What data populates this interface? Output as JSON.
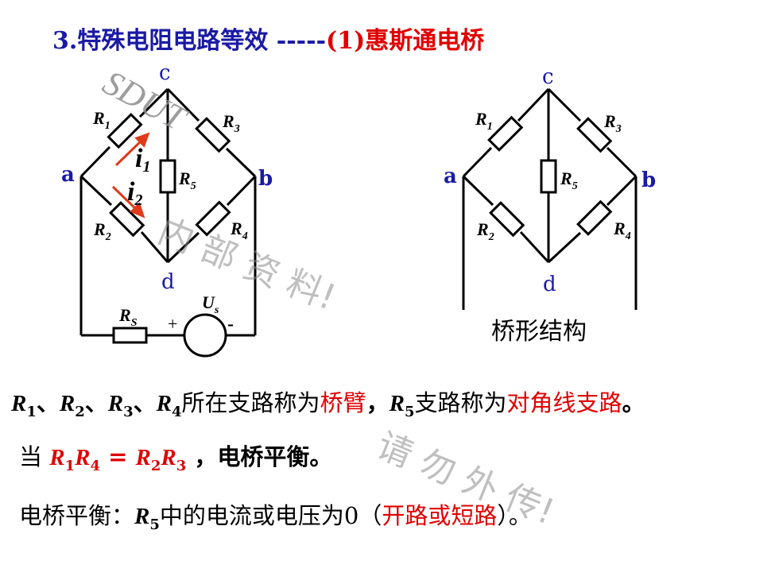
{
  "title": {
    "number": "3.",
    "main": "特殊电阻电路等效",
    "dashes": " -----",
    "part": "(1)惠斯通电桥"
  },
  "left_circuit": {
    "nodes": {
      "a": "a",
      "b": "b",
      "c": "c",
      "d": "d"
    },
    "resistors": {
      "r1": "R",
      "r1_sub": "1",
      "r2": "R",
      "r2_sub": "2",
      "r3": "R",
      "r3_sub": "3",
      "r4": "R",
      "r4_sub": "4",
      "r5": "R",
      "r5_sub": "5",
      "rs": "R",
      "rs_sub": "S"
    },
    "currents": {
      "i1": "i",
      "i1_sub": "1",
      "i2": "i",
      "i2_sub": "2"
    },
    "source": {
      "label": "U",
      "sub": "s",
      "plus": "+",
      "minus": "-"
    }
  },
  "right_circuit": {
    "nodes": {
      "a": "a",
      "b": "b",
      "c": "c",
      "d": "d"
    },
    "resistors": {
      "r1_sub": "1",
      "r2_sub": "2",
      "r3_sub": "3",
      "r4_sub": "4",
      "r5_sub": "5",
      "r": "R"
    },
    "caption": "桥形结构"
  },
  "text": {
    "line1": {
      "r": "R",
      "s1": "1",
      "sep": "、",
      "s2": "2",
      "s3": "3",
      "s4": "4",
      "mid": "所在支路称为",
      "arm": "桥臂",
      "comma": "，",
      "s5": "5",
      "mid2": "支路称为",
      "diag": "对角线支路",
      "end": "。"
    },
    "line2": {
      "pre": "当 ",
      "eq_left1": "R",
      "s1": "1",
      "eq_left2": "R",
      "s4": "4",
      "equals": " = ",
      "eq_right1": "R",
      "s2": "2",
      "eq_right2": "R",
      "s3": "3",
      "post": " ，电桥平衡。"
    },
    "line3": {
      "pre": "电桥平衡：",
      "r": "R",
      "s5": "5",
      "mid": "中的电流或电压为0（",
      "red": "开路或短路",
      "end": "）。"
    }
  },
  "watermark": {
    "sdut": "SDUT",
    "w1": "内 部 资 料!",
    "w2": "请 勿 外 传!"
  },
  "colors": {
    "blue": "#1a1aa6",
    "red": "#e00000",
    "node_blue": "#1a1aa6",
    "arrow_red": "#e03a1a",
    "watermark": "#8c8c8c"
  }
}
